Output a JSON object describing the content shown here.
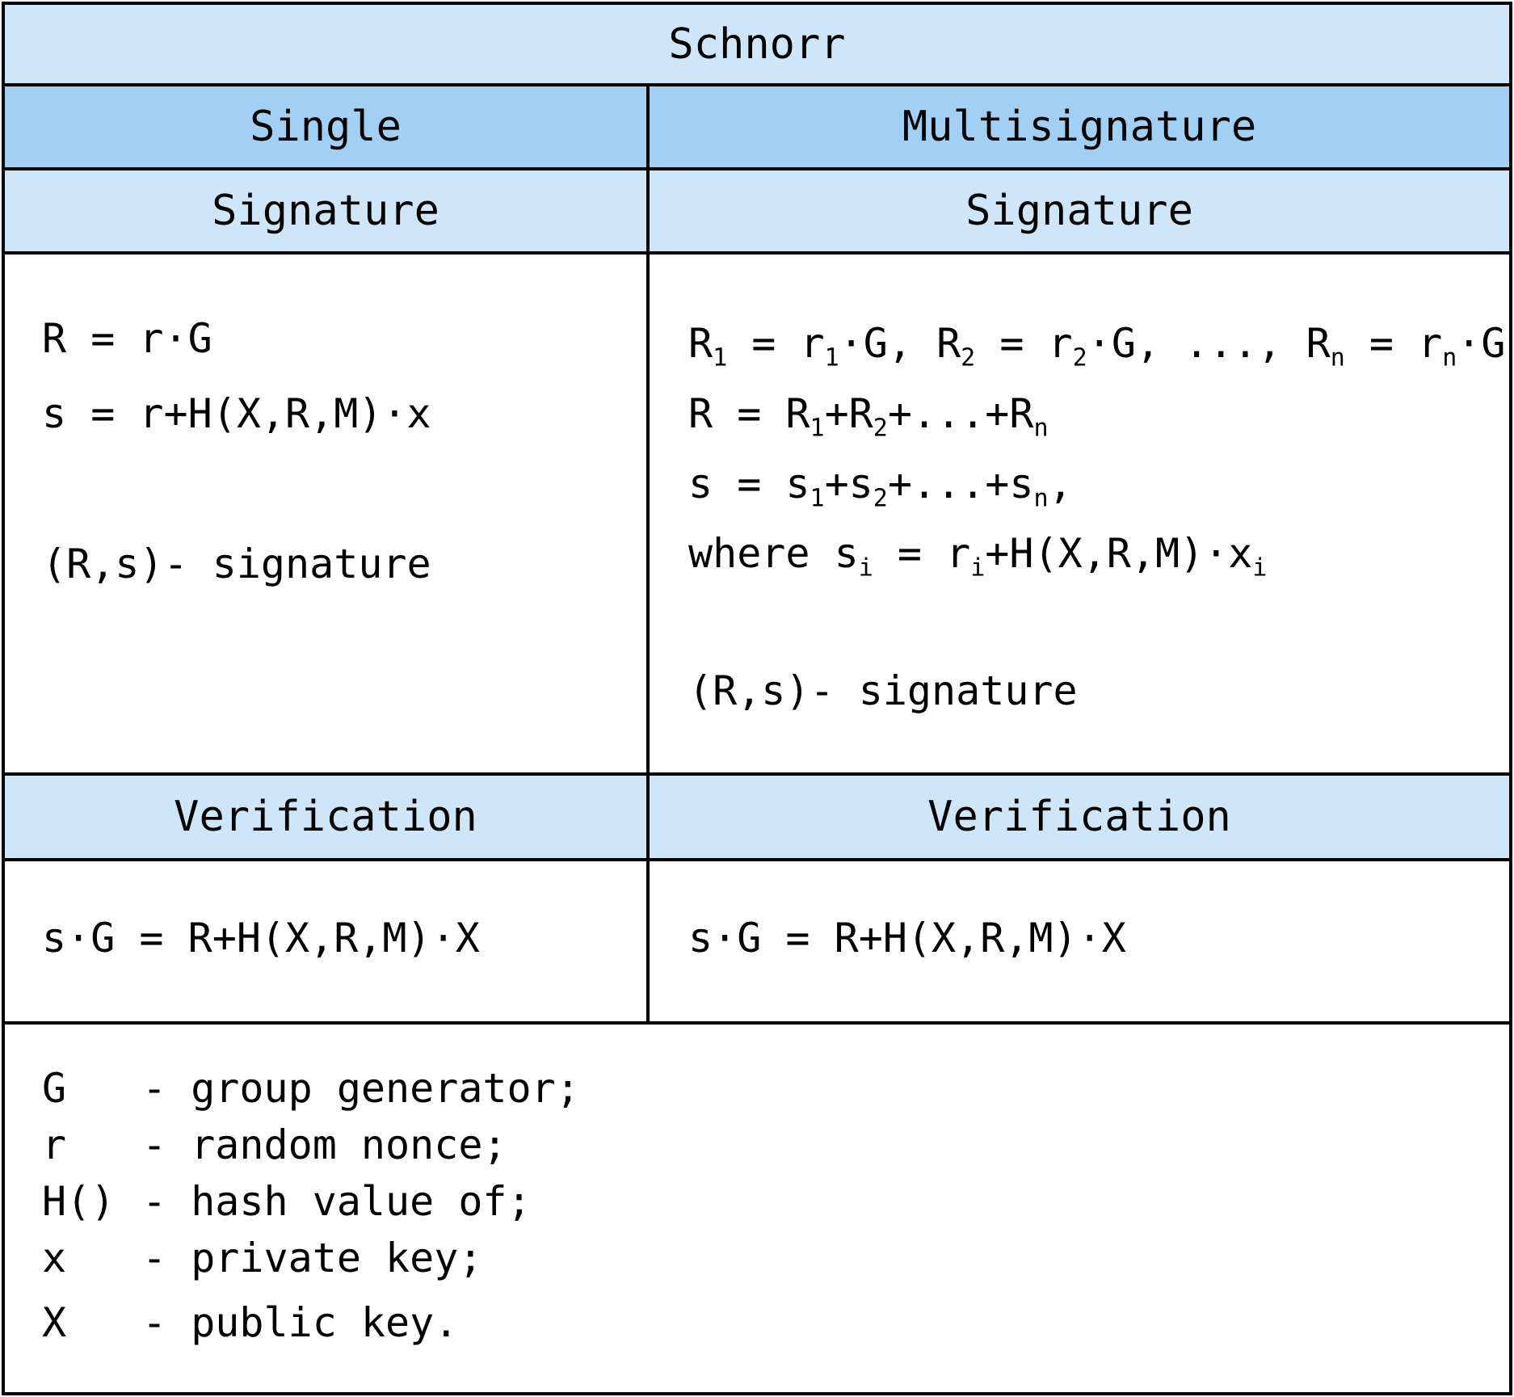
{
  "title": "Schnorr",
  "columns": {
    "single": "Single",
    "multi": "Multisignature"
  },
  "sections": {
    "signature_single": "Signature",
    "signature_multi": "Signature",
    "verification_single": "Verification",
    "verification_multi": "Verification"
  },
  "single_signature": {
    "line1": "R = r·G",
    "line2": "s = r+H(X,R,M)·x",
    "line3": "(R,s)- signature"
  },
  "multi_signature": {
    "line1": {
      "a": "R",
      "a_sub": "1",
      "b": " = r",
      "b_sub": "1",
      "c": "·G, R",
      "c_sub": "2",
      "d": " = r",
      "d_sub": "2",
      "e": "·G, ..., R",
      "e_sub": "n",
      "f": " = r",
      "f_sub": "n",
      "g": "·G"
    },
    "line2": {
      "a": "R = R",
      "a_sub": "1",
      "b": "+R",
      "b_sub": "2",
      "c": "+...+R",
      "c_sub": "n"
    },
    "line3": {
      "a": "s = s",
      "a_sub": "1",
      "b": "+s",
      "b_sub": "2",
      "c": "+...+s",
      "c_sub": "n",
      "d": ","
    },
    "line4": {
      "a": "where s",
      "a_sub": "i",
      "b": " = r",
      "b_sub": "i",
      "c": "+H(X,R,M)·x",
      "c_sub": "i"
    },
    "line5": "(R,s)- signature"
  },
  "verification": {
    "single": "s·G = R+H(X,R,M)·X",
    "multi": "s·G = R+H(X,R,M)·X"
  },
  "legend": [
    {
      "sym": "G",
      "desc": "- group generator;"
    },
    {
      "sym": "r",
      "desc": "- random nonce;"
    },
    {
      "sym": "H()",
      "desc": "- hash value of;"
    },
    {
      "sym": "x",
      "desc": "- private key;"
    },
    {
      "sym": "X",
      "desc": "- public key."
    }
  ]
}
